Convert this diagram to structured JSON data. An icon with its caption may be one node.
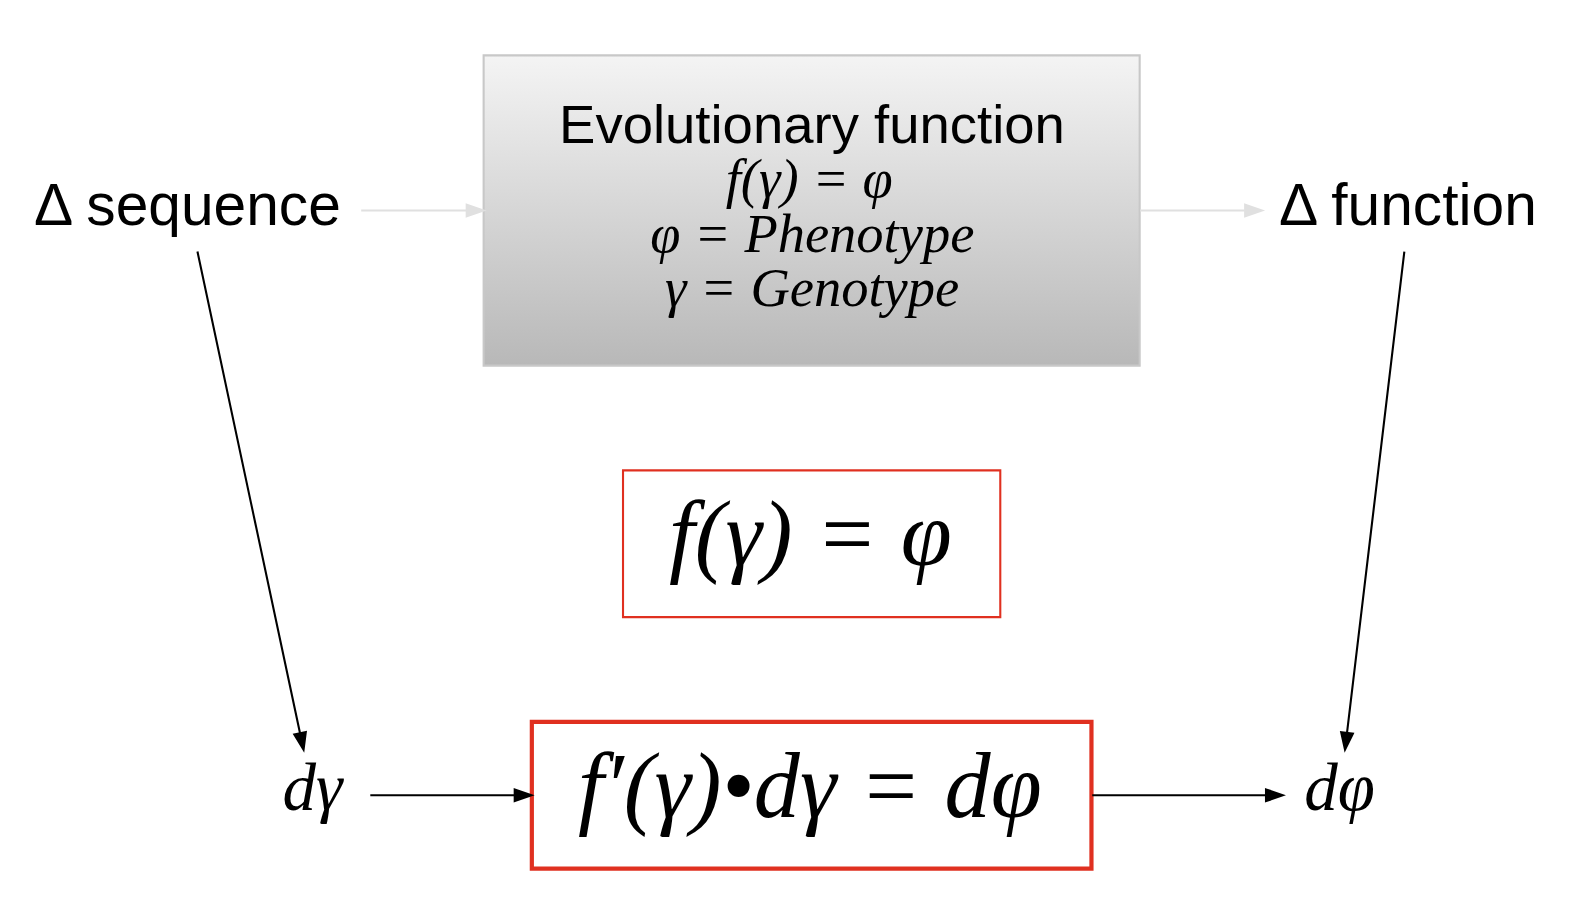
{
  "diagram": {
    "nodes": [
      {
        "text": [
          "Δ sequence"
        ]
      },
      {
        "text": [
          "Evolutionary function",
          "f(γ) = φ",
          "φ = Phenotype",
          "γ = Genotype"
        ]
      },
      {
        "text": [
          "Δ function"
        ]
      },
      {
        "text": [
          "f(γ) = φ"
        ]
      },
      {
        "text": [
          "dγ"
        ]
      },
      {
        "text": [
          "f′(γ)•dγ = dφ"
        ]
      },
      {
        "text": [
          "dφ"
        ]
      }
    ],
    "edges": [
      {
        "from": 0,
        "to": 1,
        "arrow": "to",
        "color": "#e0e0e0"
      },
      {
        "from": 1,
        "to": 2,
        "arrow": "to",
        "color": "#e0e0e0"
      },
      {
        "from": 0,
        "to": 4,
        "arrow": "to"
      },
      {
        "from": 2,
        "to": 6,
        "arrow": "to"
      },
      {
        "from": 4,
        "to": 5,
        "arrow": "to"
      },
      {
        "from": 5,
        "to": 6,
        "arrow": "to"
      }
    ]
  }
}
